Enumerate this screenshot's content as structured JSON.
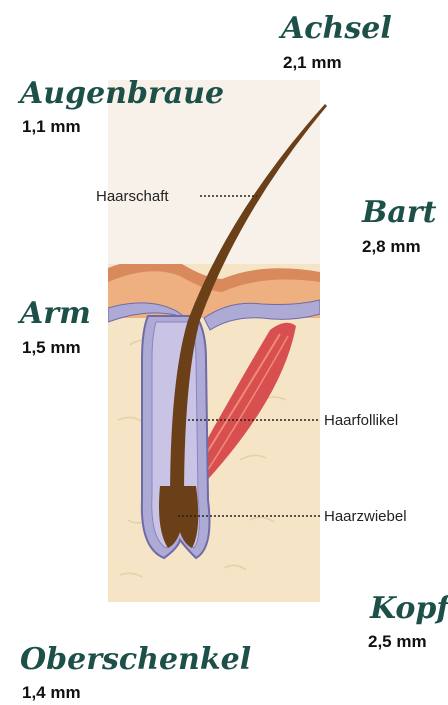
{
  "regions": {
    "achsel": {
      "name": "Achsel",
      "value": "2,1 mm"
    },
    "augenbraue": {
      "name": "Augenbraue",
      "value": "1,1 mm"
    },
    "bart": {
      "name": "Bart",
      "value": "2,8 mm"
    },
    "arm": {
      "name": "Arm",
      "value": "1,5 mm"
    },
    "kopf": {
      "name": "Kopf",
      "value": "2,5 mm"
    },
    "oberschenkel": {
      "name": "Oberschenkel",
      "value": "1,4 mm"
    }
  },
  "callouts": {
    "haarschaft": "Haarschaft",
    "haarfollikel": "Haarfollikel",
    "haarzwiebel": "Haarzwiebel"
  },
  "colors": {
    "heading": "#1c5048",
    "skin_base": "#f4e4c4",
    "skin_top": "#f0b98a",
    "epidermis": "#d98a5d",
    "membrane": "#aeaad6",
    "membrane_stroke": "#6f6aa8",
    "muscle": "#d84f4f",
    "hair": "#6b3f18"
  }
}
